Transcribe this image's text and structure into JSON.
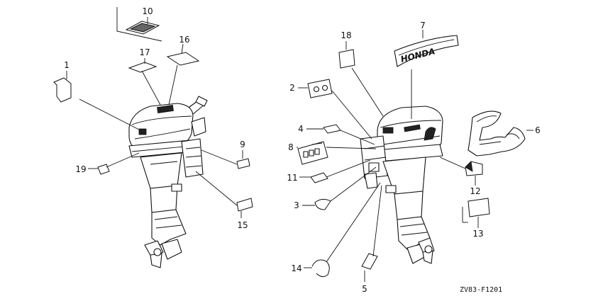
{
  "callouts": {
    "c1": "1",
    "c2": "2",
    "c3": "3",
    "c4": "4",
    "c5": "5",
    "c6": "6",
    "c7": "7",
    "c8": "8",
    "c9": "9",
    "c10": "10",
    "c11": "11",
    "c12": "12",
    "c13": "13",
    "c14": "14",
    "c15": "15",
    "c16": "16",
    "c17": "17",
    "c18": "18",
    "c19": "19"
  },
  "decal_text": "HONDA",
  "diagram_code": "ZV83-F1201"
}
